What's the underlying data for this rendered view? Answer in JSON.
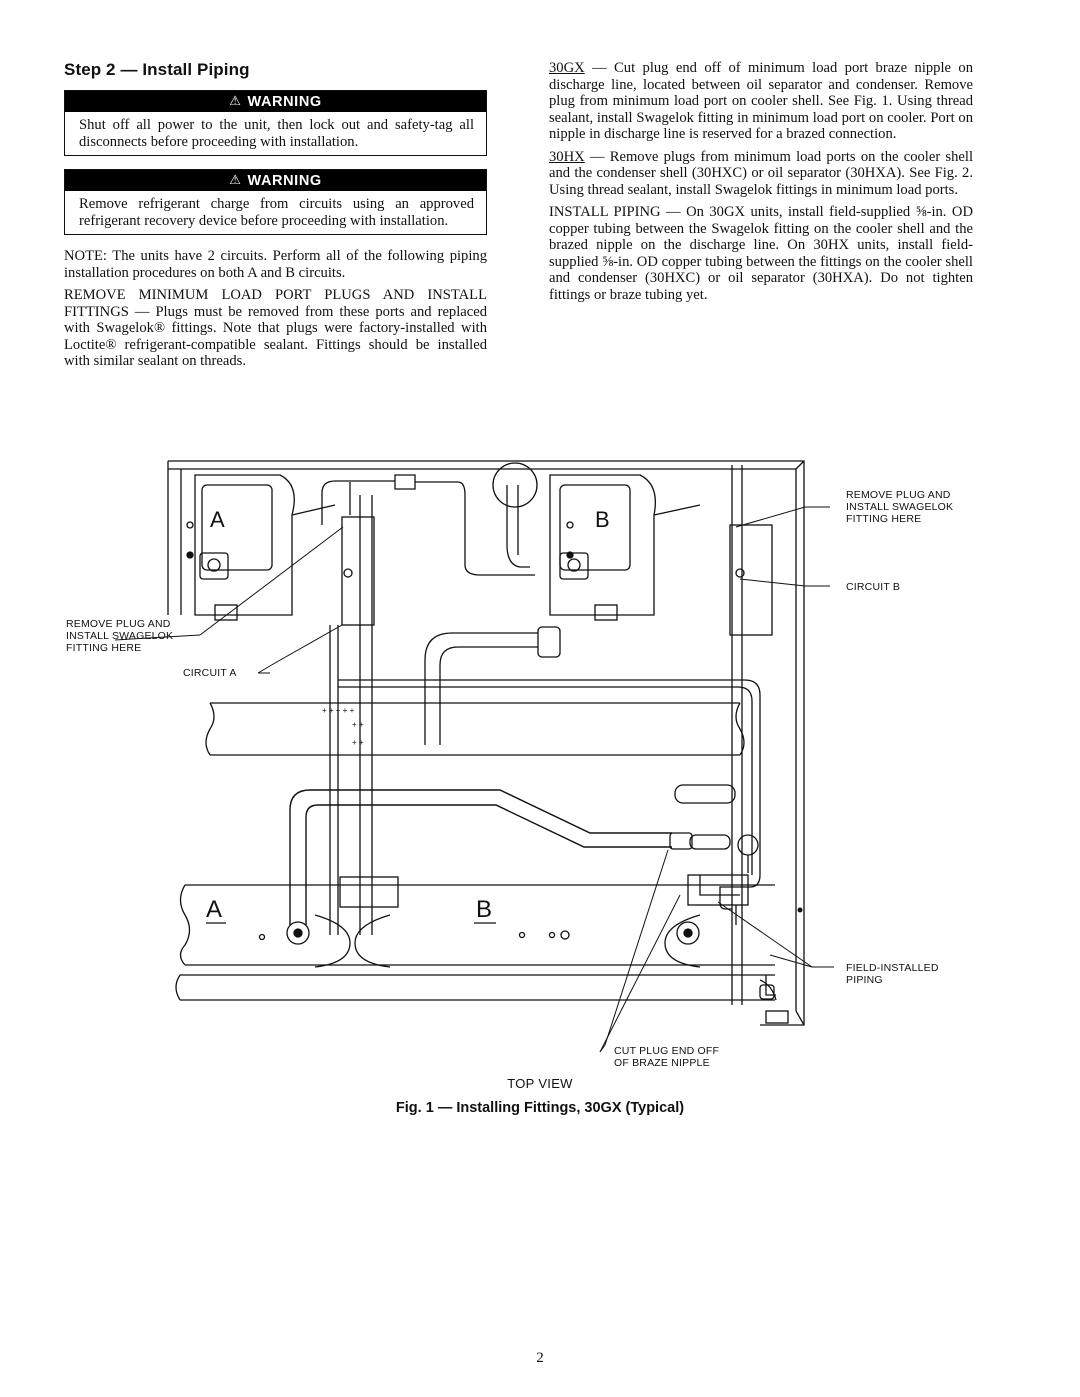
{
  "step_heading": "Step 2 — Install Piping",
  "warnings": [
    {
      "header": "WARNING",
      "body": "Shut off all power to the unit, then lock out and safety-tag all disconnects before proceeding with installation."
    },
    {
      "header": "WARNING",
      "body": "Remove refrigerant charge from circuits using an approved refrigerant recovery device before proceeding with installation."
    }
  ],
  "note": "NOTE: The units have 2 circuits. Perform all of the following piping installation procedures on both A and B circuits.",
  "remove_plugs": {
    "heading": "REMOVE MINIMUM LOAD PORT PLUGS AND INSTALL FITTINGS",
    "text": " — Plugs must be removed from these ports and replaced with Swagelok® fittings. Note that plugs were factory-installed with Loctite® refrigerant-compatible sealant. Fittings should be installed with similar sealant on threads."
  },
  "gx_para": {
    "model": "30GX",
    "text": " — Cut plug end off of minimum load port braze nipple on discharge line, located between oil separator and condenser. Remove plug from minimum load port on cooler shell. See Fig. 1. Using thread sealant, install Swagelok fitting in minimum load port on cooler. Port on nipple in discharge line is reserved for a brazed connection."
  },
  "hx_para": {
    "model": "30HX",
    "text": " — Remove plugs from minimum load ports on the cooler shell and the condenser shell (30HXC) or oil separator (30HXA). See Fig. 2. Using thread sealant, install Swagelok fittings in minimum load ports."
  },
  "install_piping": {
    "heading": "INSTALL PIPING",
    "text": " — On 30GX units, install field-supplied ⅝-in. OD copper tubing between the Swagelok fitting on the cooler shell and the brazed nipple on the discharge line. On 30HX units, install field-supplied ⅝-in. OD copper tubing between the fittings on the cooler shell and condenser (30HXC) or oil separator (30HXA). Do not tighten fittings or braze tubing yet."
  },
  "figure": {
    "labels": {
      "remove_plug_left": [
        "REMOVE PLUG AND",
        "INSTALL SWAGELOK",
        "FITTING HERE"
      ],
      "circuit_a": "CIRCUIT A",
      "remove_plug_right": [
        "REMOVE PLUG AND",
        "INSTALL SWAGELOK",
        "FITTING HERE"
      ],
      "circuit_b": "CIRCUIT B",
      "field_installed": [
        "FIELD-INSTALLED",
        "PIPING"
      ],
      "cut_plug": [
        "CUT PLUG END OFF",
        "OF BRAZE NIPPLE"
      ],
      "letter_a_upper": "A",
      "letter_b_upper": "B",
      "letter_a_lower": "A",
      "letter_b_lower": "B"
    },
    "view_label": "TOP VIEW",
    "caption": "Fig. 1 — Installing Fittings, 30GX (Typical)"
  },
  "page_number": "2"
}
